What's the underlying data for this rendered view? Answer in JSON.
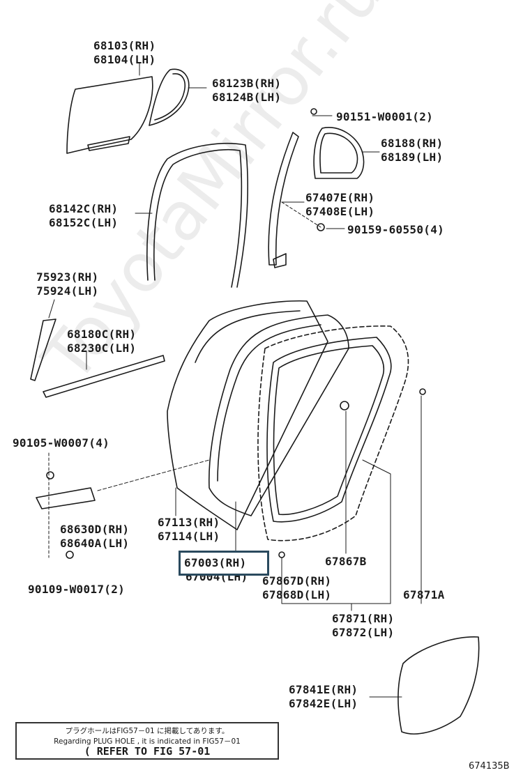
{
  "watermark": "ToyotaMirror.ru",
  "labels": {
    "p68103": "68103(RH)",
    "p68104": "68104(LH)",
    "p68123B": "68123B(RH)",
    "p68124B": "68124B(LH)",
    "p90151": "90151-W0001(2)",
    "p68188": "68188(RH)",
    "p68189": "68189(LH)",
    "p68142C": "68142C(RH)",
    "p68152C": "68152C(LH)",
    "p67407E": "67407E(RH)",
    "p67408E": "67408E(LH)",
    "p90159": "90159-60550(4)",
    "p75923": "75923(RH)",
    "p75924": "75924(LH)",
    "p68180C": "68180C(RH)",
    "p68230C": "68230C(LH)",
    "p90105": "90105-W0007(4)",
    "p68630D": "68630D(RH)",
    "p68640A": "68640A(LH)",
    "p67113": "67113(RH)",
    "p67114": "67114(LH)",
    "p67003": "67003(RH)",
    "p67004": "67004(LH)",
    "p90109": "90109-W0017(2)",
    "p67867B": "67867B",
    "p67867D": "67867D(RH)",
    "p67868D": "67868D(LH)",
    "p67871A": "67871A",
    "p67871": "67871(RH)",
    "p67872": "67872(LH)",
    "p67841E": "67841E(RH)",
    "p67842E": "67842E(LH)"
  },
  "note": {
    "line1": "プラグホールはFIG57－01 に掲載してあります。",
    "line2": "Regarding PLUG HOLE , it is indicated in FIG57－01",
    "line3": "( REFER TO FIG 57-01"
  },
  "figure_number": "674135B"
}
